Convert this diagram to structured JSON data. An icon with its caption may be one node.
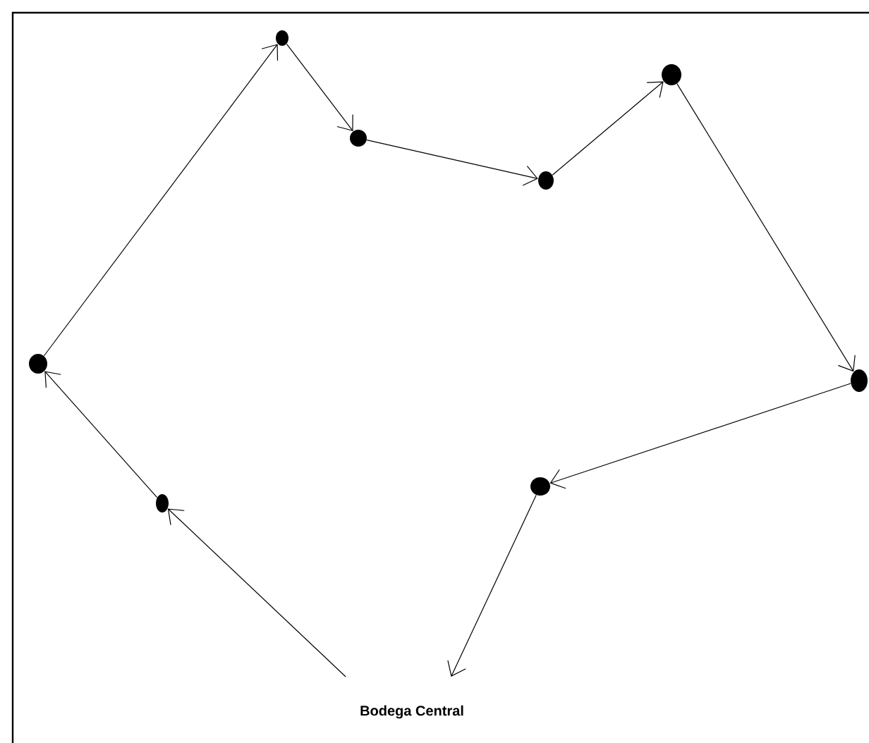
{
  "diagram": {
    "nodes": [
      {
        "text": [
          "Bodega Central"
        ]
      },
      {
        "text": [],
        "shape": "circle"
      },
      {
        "text": [],
        "shape": "circle"
      },
      {
        "text": [],
        "shape": "circle"
      },
      {
        "text": [],
        "shape": "circle"
      },
      {
        "text": [],
        "shape": "circle"
      },
      {
        "text": [],
        "shape": "circle"
      },
      {
        "text": [],
        "shape": "circle"
      },
      {
        "text": [],
        "shape": "circle"
      }
    ],
    "edges": [
      {
        "from": 0,
        "to": 2,
        "arrow": "to"
      },
      {
        "from": 2,
        "to": 1,
        "arrow": "to"
      },
      {
        "from": 1,
        "to": 3,
        "arrow": "to"
      },
      {
        "from": 3,
        "to": 4,
        "arrow": "to"
      },
      {
        "from": 4,
        "to": 6,
        "arrow": "to"
      },
      {
        "from": 6,
        "to": 7,
        "arrow": "to"
      },
      {
        "from": 7,
        "to": 8,
        "arrow": "to"
      },
      {
        "from": 8,
        "to": 5,
        "arrow": "to"
      },
      {
        "from": 5,
        "to": 0,
        "arrow": "to"
      }
    ]
  }
}
